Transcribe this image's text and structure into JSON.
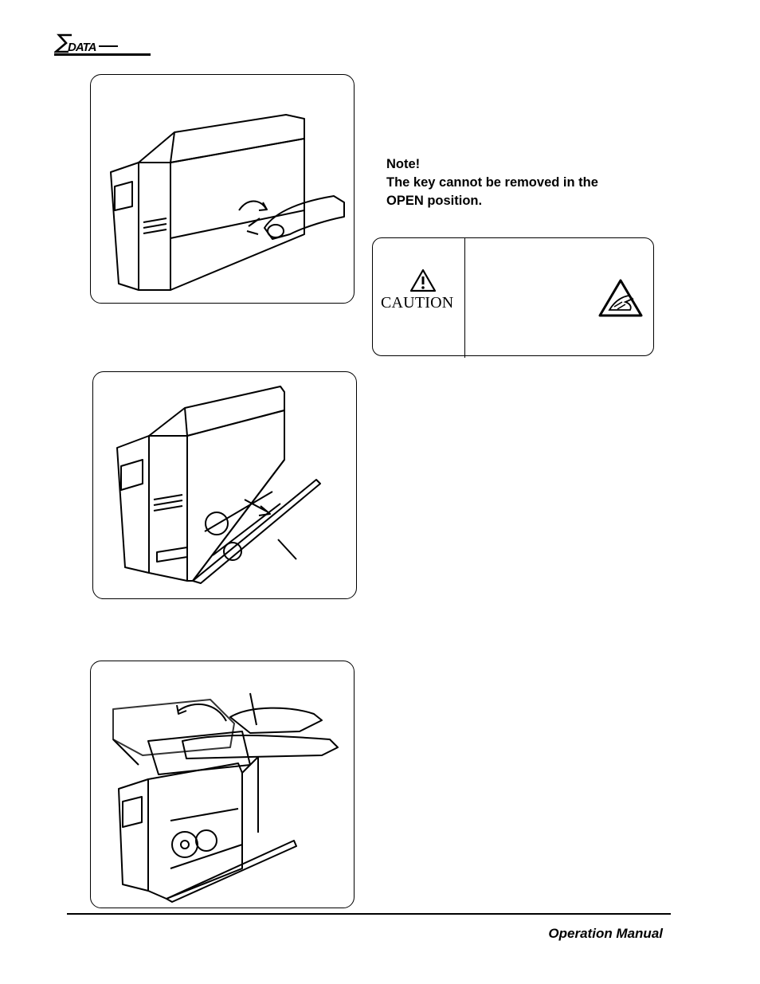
{
  "header": {
    "logo_text": "DATA",
    "logo_icon": "sigma-icon"
  },
  "note": {
    "title": "Note!",
    "line1": "The key cannot be removed in the",
    "line2": "OPEN position."
  },
  "caution": {
    "label": "CAUTION",
    "warning_icon": "warning-triangle-icon",
    "pictogram_icon": "hand-pinch-warning-icon"
  },
  "figures": [
    {
      "name": "printer-key-unlock-illustration"
    },
    {
      "name": "printer-side-door-open-illustration"
    },
    {
      "name": "printer-cover-lift-illustration"
    }
  ],
  "footer": {
    "manual_title": "Operation Manual"
  }
}
